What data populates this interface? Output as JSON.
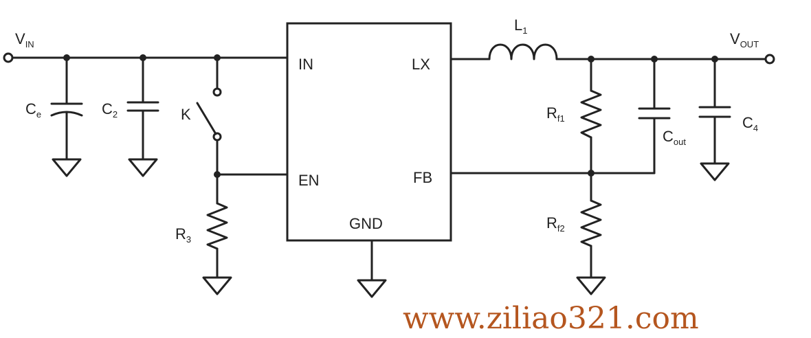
{
  "colors": {
    "line": "#222222",
    "watermark": "#b5561f"
  },
  "ic": {
    "pins": {
      "in": "IN",
      "lx": "LX",
      "en": "EN",
      "fb": "FB",
      "gnd": "GND"
    }
  },
  "labels": {
    "vin": {
      "main": "V",
      "sub": "IN"
    },
    "vout": {
      "main": "V",
      "sub": "OUT"
    },
    "ce": {
      "main": "C",
      "sub": "e"
    },
    "c2": {
      "main": "C",
      "sub": "2"
    },
    "k": {
      "main": "K"
    },
    "r3": {
      "main": "R",
      "sub": "3"
    },
    "l1": {
      "main": "L",
      "sub": "1"
    },
    "rf1": {
      "main": "R",
      "sub": "f1"
    },
    "rf2": {
      "main": "R",
      "sub": "f2"
    },
    "cout": {
      "main": "C",
      "sub": "out"
    },
    "c4": {
      "main": "C",
      "sub": "4"
    }
  },
  "watermark": "www.ziliao321.com"
}
